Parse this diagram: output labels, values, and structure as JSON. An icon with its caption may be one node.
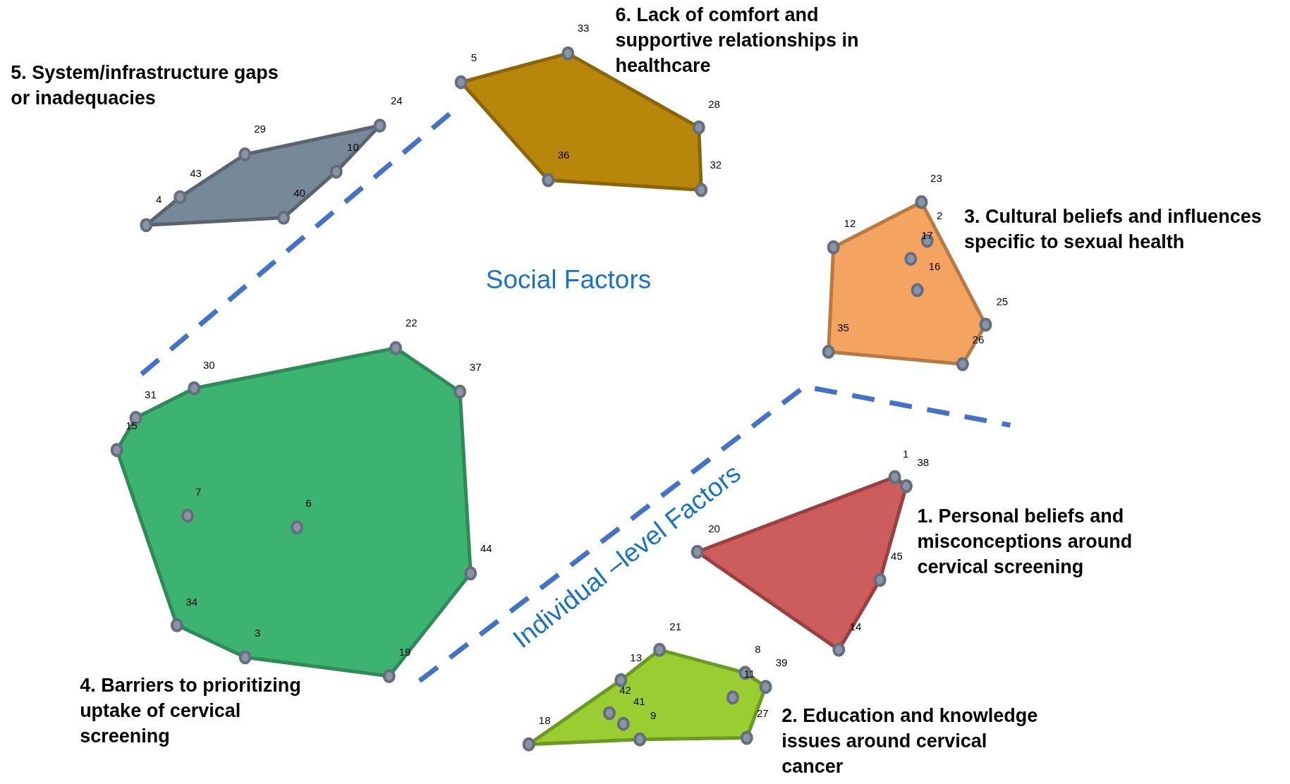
{
  "diagram": {
    "nodes": [
      {
        "text": [
          "6. Lack of comfort and supportive relationships in healthcare"
        ]
      },
      {
        "text": [
          "5. System/infrastructure gaps or inadequacies"
        ]
      },
      {
        "text": [
          "3. Cultural beliefs and influences specific to sexual health"
        ]
      },
      {
        "text": [
          "4. Barriers to prioritizing uptake of cervical screening"
        ]
      },
      {
        "text": [
          "1. Personal beliefs and misconceptions around cervical screening"
        ]
      },
      {
        "text": [
          "2. Education and knowledge issues around cervical cancer"
        ]
      }
    ],
    "labels": [
      "33",
      "5",
      "28",
      "36",
      "32",
      "24",
      "29",
      "10",
      "43",
      "40",
      "4",
      "23",
      "2",
      "12",
      "17",
      "16",
      "25",
      "26",
      "35",
      "Social Factors",
      "22",
      "30",
      "37",
      "31",
      "15",
      "7",
      "6",
      "44",
      "34",
      "3",
      "19",
      "Individual –level Factors",
      "1",
      "38",
      "20",
      "45",
      "14",
      "21",
      "8",
      "13",
      "39",
      "11",
      "42",
      "41",
      "9",
      "18",
      "27"
    ]
  }
}
